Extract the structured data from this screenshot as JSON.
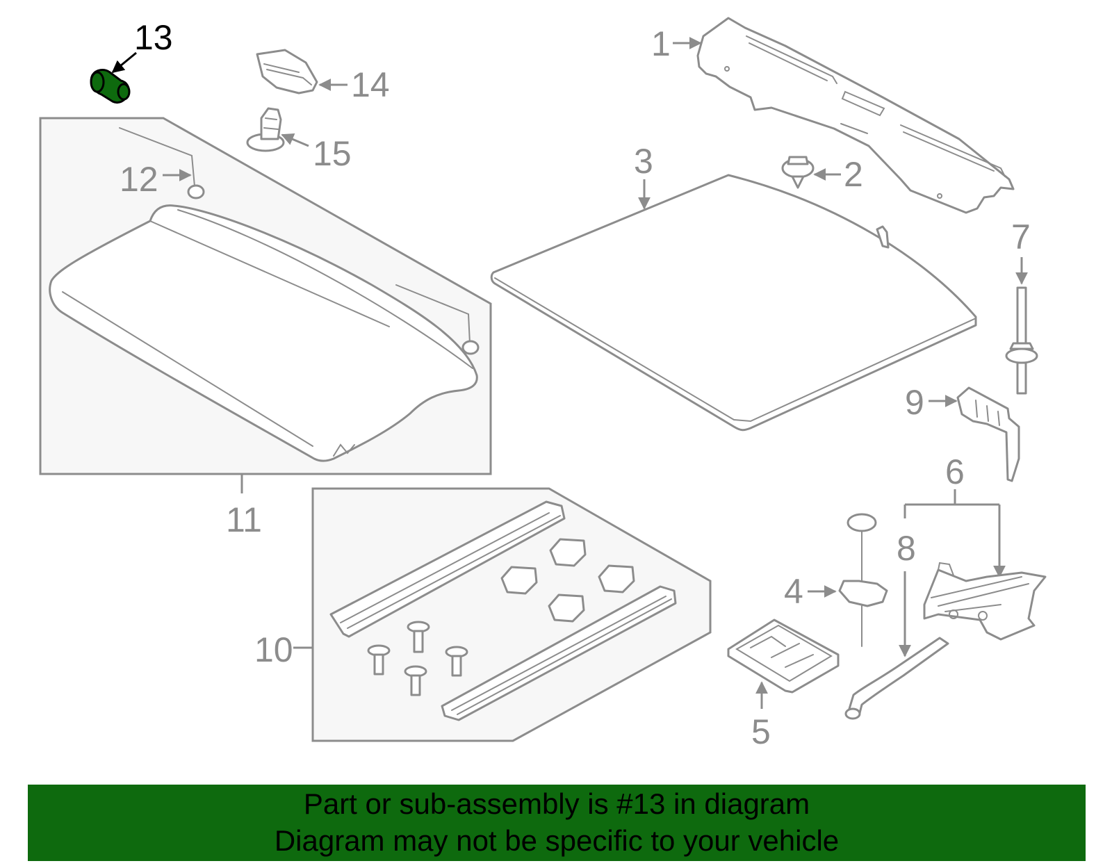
{
  "highlight_color": "#0e6a0e",
  "callouts": {
    "c1": "1",
    "c2": "2",
    "c3": "3",
    "c4": "4",
    "c5": "5",
    "c6": "6",
    "c7": "7",
    "c8": "8",
    "c9": "9",
    "c10": "10",
    "c11": "11",
    "c12": "12",
    "c13": "13",
    "c14": "14",
    "c15": "15"
  },
  "banner": {
    "line1": "Part or sub-assembly is #13 in diagram",
    "line2": "Diagram may not be specific to your vehicle"
  }
}
